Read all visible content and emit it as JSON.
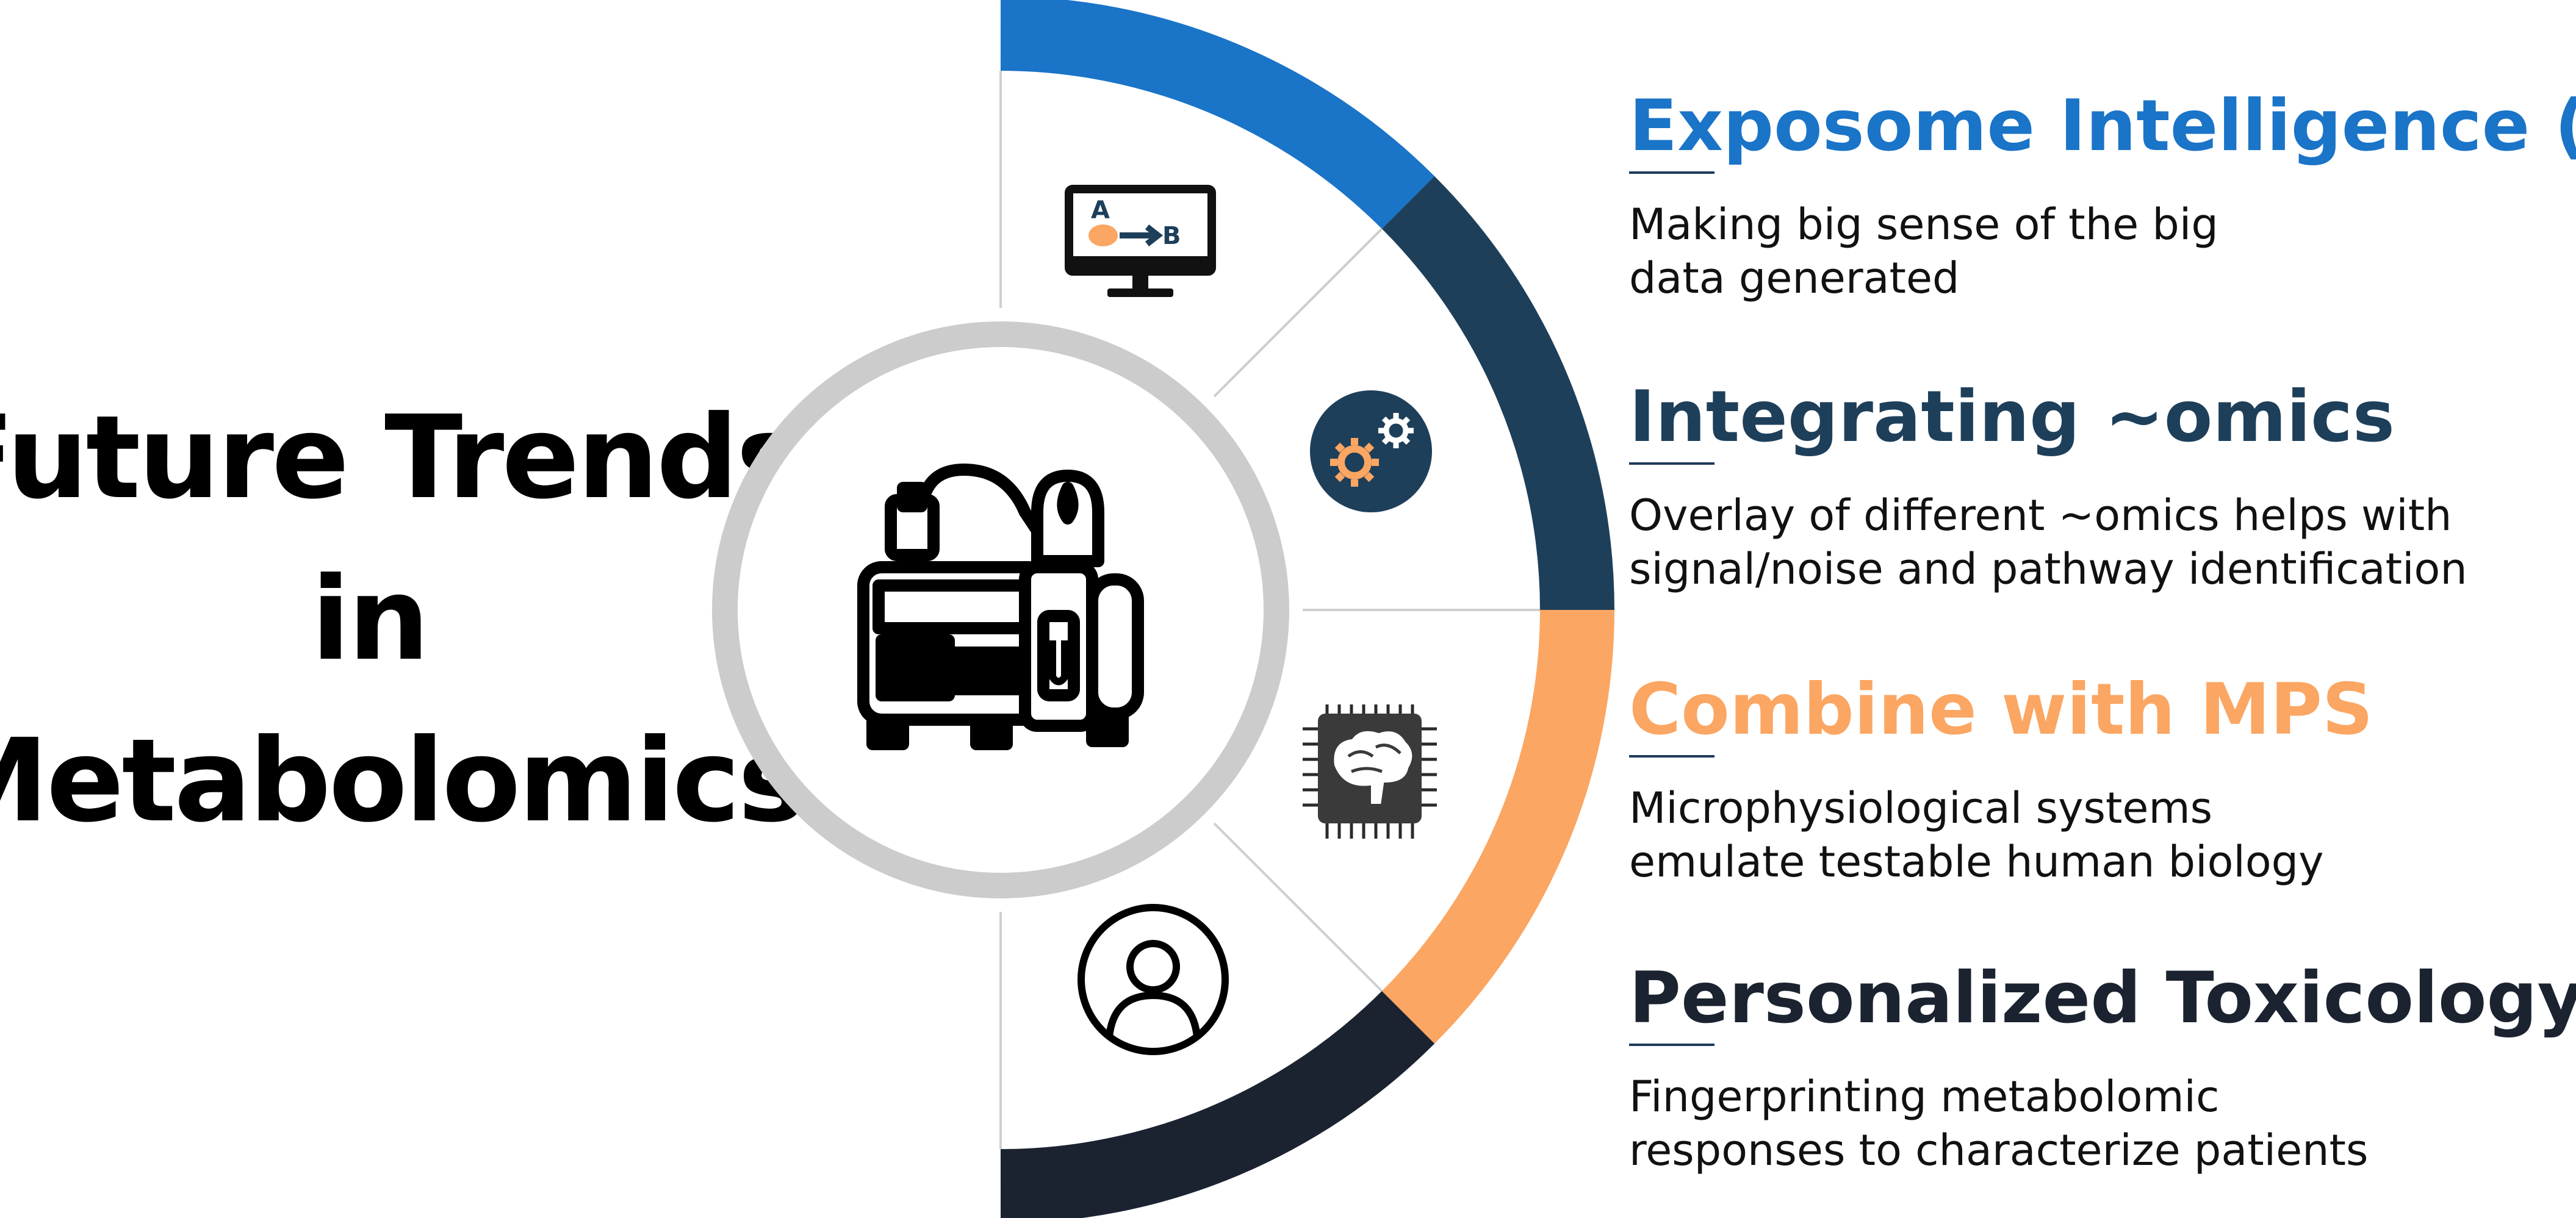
{
  "title": {
    "lines": [
      "Future Trends",
      "in",
      "Metabolomics"
    ]
  },
  "colors": {
    "blue": "#1a74c8",
    "navy": "#1e3f5a",
    "orange": "#fba662",
    "dark": "#1b2330",
    "ring_gray": "#cccccc"
  },
  "icons": {
    "center": "lab-instrument-icon",
    "segment_1": "monitor-a-to-b-icon",
    "segment_2": "gears-icon",
    "segment_3": "brain-chip-icon",
    "segment_4": "person-icon",
    "segment_1_letters": [
      "A",
      "B"
    ]
  },
  "items": [
    {
      "title": "Exposome Intelligence (EI)",
      "title_color": "#1a74c8",
      "description_lines": [
        "Making big sense of the big",
        "data generated"
      ]
    },
    {
      "title": "Integrating ~omics",
      "title_color": "#1e3f5a",
      "description_lines": [
        "Overlay of different ~omics helps with",
        "signal/noise and pathway identification"
      ]
    },
    {
      "title": "Combine with MPS",
      "title_color": "#fba662",
      "description_lines": [
        "Microphysiological systems",
        "emulate testable human biology"
      ]
    },
    {
      "title": "Personalized Toxicology",
      "title_color": "#1b2330",
      "description_lines": [
        "Fingerprinting metabolomic",
        "responses to characterize patients"
      ]
    }
  ]
}
